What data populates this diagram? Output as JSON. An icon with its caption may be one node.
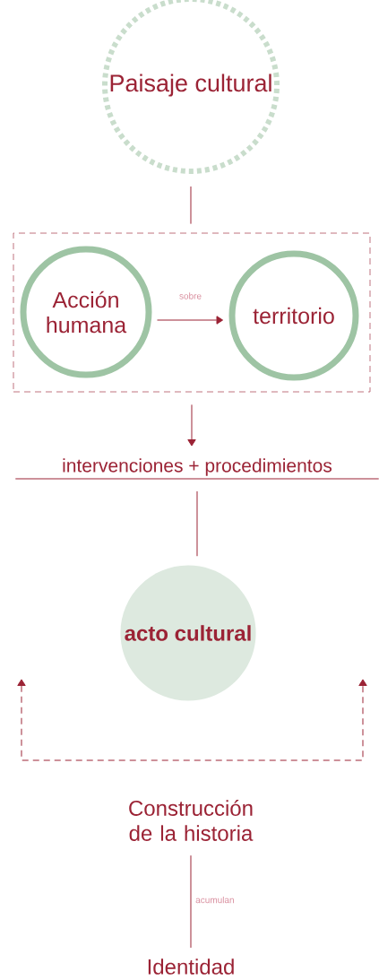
{
  "diagram": {
    "nodes": [
      {
        "text": [
          "Paisaje cultural"
        ]
      },
      {
        "text": [],
        "shape": "box"
      },
      {
        "text": [
          "Acción humana"
        ],
        "in": 1
      },
      {
        "text": [
          "territorio"
        ],
        "in": 1
      },
      {
        "text": [
          "intervenciones + procedimientos"
        ]
      },
      {
        "text": [
          "acto cultural"
        ]
      },
      {
        "text": [
          "Construcción de la historia"
        ]
      },
      {
        "text": [
          "Identidad"
        ]
      }
    ],
    "edges": [
      {
        "from": 0,
        "to": 1,
        "arrow": "none"
      },
      {
        "from": 2,
        "to": 3,
        "arrow": "to",
        "label": "sobre"
      },
      {
        "from": 1,
        "to": 4,
        "arrow": "to"
      },
      {
        "from": 4,
        "to": 5,
        "arrow": "none"
      },
      {
        "from": 6,
        "to": 7,
        "arrow": "none",
        "label": "acumulan"
      }
    ]
  }
}
